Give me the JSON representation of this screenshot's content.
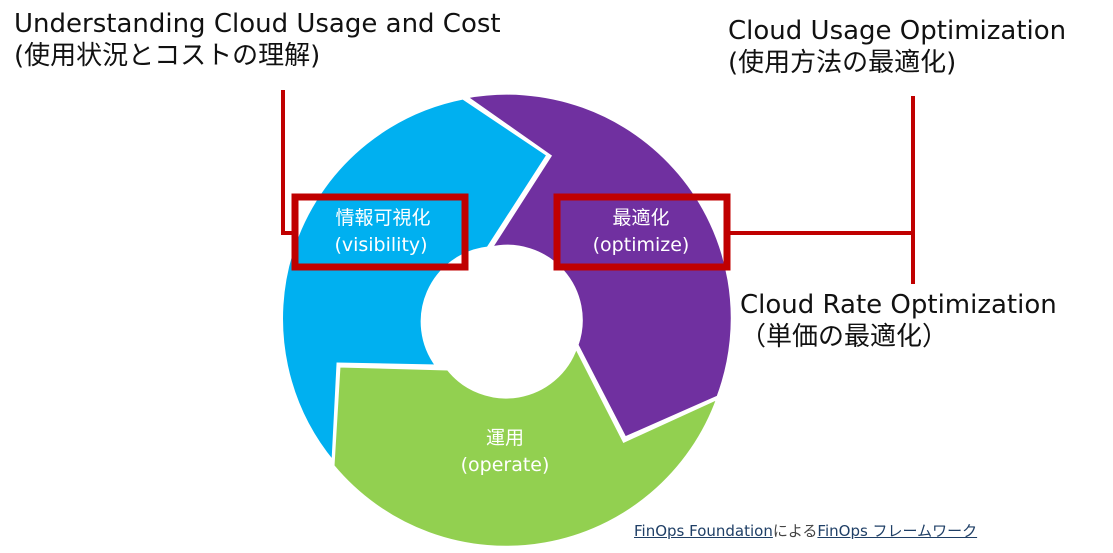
{
  "annotations": {
    "understanding": {
      "line1": "Understanding Cloud Usage and Cost",
      "line2": "(使用状況とコストの理解)"
    },
    "usage_optimization": {
      "line1": "Cloud Usage Optimization",
      "line2": "(使用方法の最適化)"
    },
    "rate_optimization": {
      "line1": "Cloud Rate Optimization",
      "line2": "（単価の最適化）"
    }
  },
  "cycle": {
    "phases": [
      {
        "id": "visibility",
        "title": "情報可視化",
        "subtitle": "(visibility)",
        "color": "#00b0f0",
        "highlighted": true
      },
      {
        "id": "optimize",
        "title": "最適化",
        "subtitle": "(optimize)",
        "color": "#7030a0",
        "highlighted": true
      },
      {
        "id": "operate",
        "title": "運用",
        "subtitle": "(operate)",
        "color": "#92d050",
        "highlighted": false
      }
    ],
    "highlight_color": "#c00000"
  },
  "credit": {
    "link1": "FinOps Foundation",
    "middle": "による",
    "link2": "FinOps フレームワーク"
  }
}
